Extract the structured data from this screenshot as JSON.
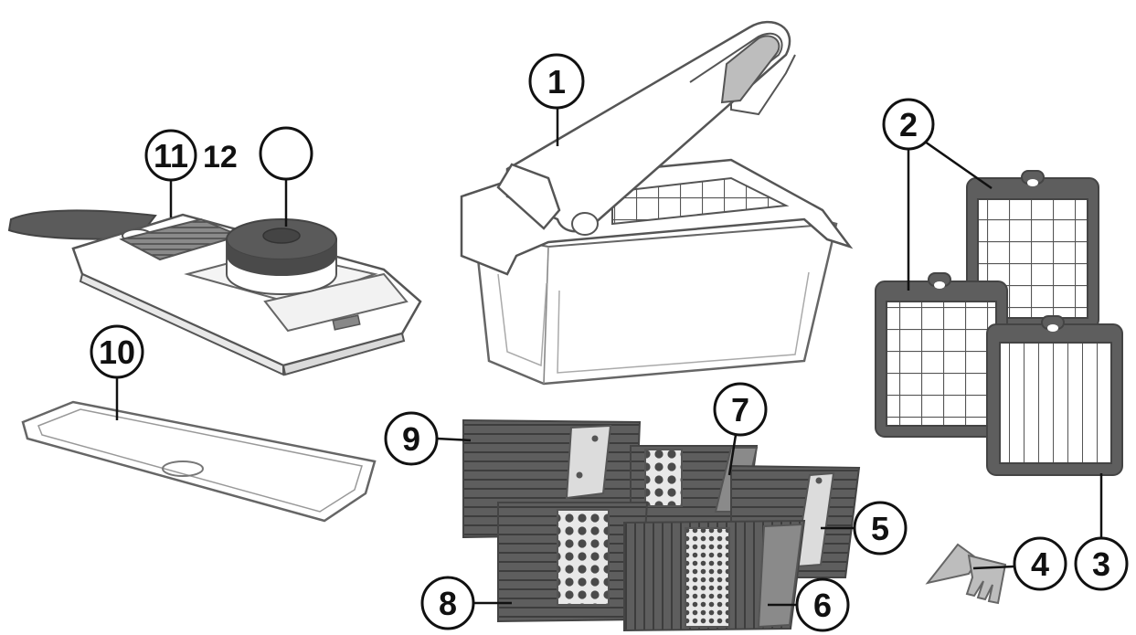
{
  "callouts": {
    "c1": "1",
    "c2": "2",
    "c3": "3",
    "c4": "4",
    "c5": "5",
    "c6": "6",
    "c7": "7",
    "c8": "8",
    "c9": "9",
    "c10": "10",
    "c11": "11",
    "c12": "12"
  },
  "colors": {
    "outline": "#555555",
    "dark_part": "#5a5a5a",
    "light_part": "#bdbdbd",
    "callout_stroke": "#111111"
  }
}
